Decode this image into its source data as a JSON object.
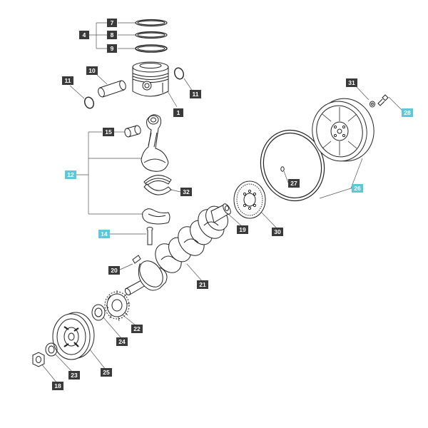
{
  "colors": {
    "label_dark": "#3a3a3a",
    "label_highlight": "#5bc8dc",
    "label_text": "#ffffff",
    "line": "#222222",
    "leader": "#555555"
  },
  "labels": {
    "l1": "1",
    "l4": "4",
    "l7": "7",
    "l8": "8",
    "l9": "9",
    "l10": "10",
    "l11a": "11",
    "l11b": "11",
    "l12": "12",
    "l14": "14",
    "l15": "15",
    "l18": "18",
    "l19": "19",
    "l20": "20",
    "l21": "21",
    "l22": "22",
    "l23": "23",
    "l24": "24",
    "l25": "25",
    "l26": "26",
    "l27": "27",
    "l28": "28",
    "l30": "30",
    "l31": "31",
    "l32": "32"
  },
  "parts": [
    {
      "id": "piston-ring-top",
      "icon": "piston-ring-icon"
    },
    {
      "id": "piston-ring-middle",
      "icon": "piston-ring-icon"
    },
    {
      "id": "piston-ring-oil",
      "icon": "piston-ring-icon"
    },
    {
      "id": "piston",
      "icon": "piston-icon"
    },
    {
      "id": "piston-pin",
      "icon": "piston-pin-icon"
    },
    {
      "id": "circlip-left",
      "icon": "circlip-icon"
    },
    {
      "id": "circlip-right",
      "icon": "circlip-icon"
    },
    {
      "id": "small-end-bush",
      "icon": "bush-icon"
    },
    {
      "id": "connecting-rod",
      "icon": "connecting-rod-icon"
    },
    {
      "id": "bearing-shells",
      "icon": "bearing-shell-icon"
    },
    {
      "id": "rod-cap",
      "icon": "rod-cap-icon"
    },
    {
      "id": "rod-bolt",
      "icon": "bolt-icon"
    },
    {
      "id": "crankshaft",
      "icon": "crankshaft-icon"
    },
    {
      "id": "woodruff-key",
      "icon": "key-icon"
    },
    {
      "id": "timing-gear",
      "icon": "gear-icon"
    },
    {
      "id": "spacer-washer",
      "icon": "washer-icon"
    },
    {
      "id": "crank-pulley",
      "icon": "pulley-icon"
    },
    {
      "id": "washer",
      "icon": "washer-icon"
    },
    {
      "id": "nut",
      "icon": "nut-icon"
    },
    {
      "id": "dowel",
      "icon": "dowel-icon"
    },
    {
      "id": "flywheel-plate",
      "icon": "flywheel-plate-icon"
    },
    {
      "id": "ring-gear",
      "icon": "ring-gear-icon"
    },
    {
      "id": "flywheel-pin",
      "icon": "pin-icon"
    },
    {
      "id": "flywheel",
      "icon": "flywheel-icon"
    },
    {
      "id": "flywheel-washer",
      "icon": "washer-icon"
    },
    {
      "id": "flywheel-bolt",
      "icon": "bolt-icon"
    }
  ]
}
